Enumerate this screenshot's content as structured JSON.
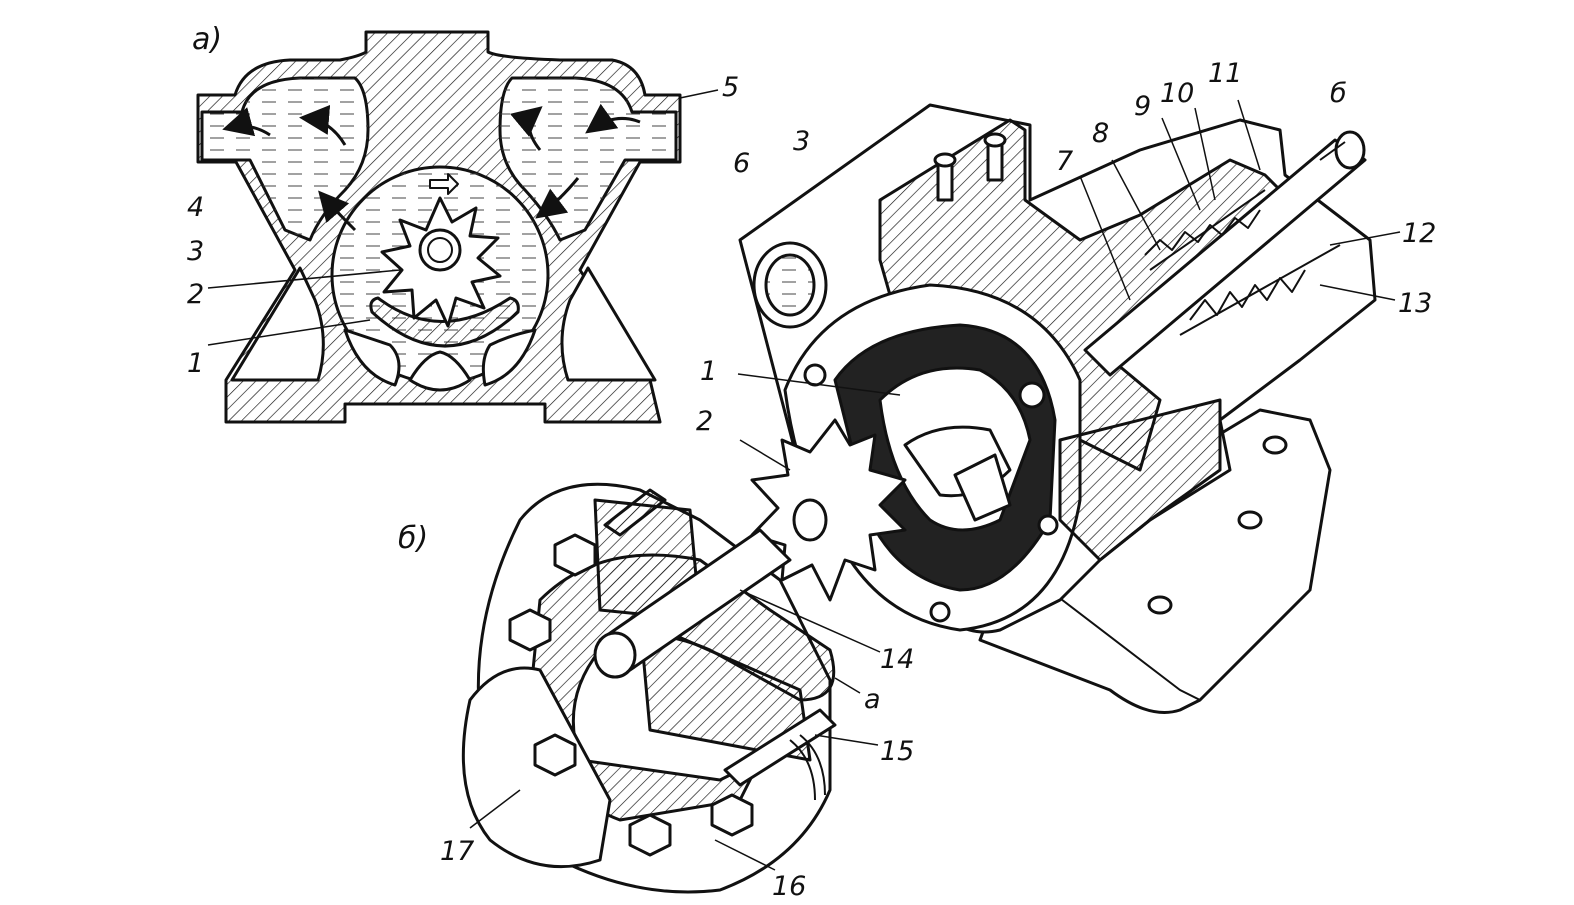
{
  "figure": {
    "panel_a": {
      "caption": "а)",
      "labels": {
        "1": "1",
        "2": "2",
        "3": "3",
        "4": "4",
        "5": "5"
      }
    },
    "panel_b": {
      "caption": "б)",
      "labels": {
        "1": "1",
        "2": "2",
        "3": "3",
        "6": "6",
        "7": "7",
        "8": "8",
        "9": "9",
        "10": "10",
        "11": "11",
        "12": "12",
        "13": "13",
        "14": "14",
        "15": "15",
        "16": "16",
        "17": "17",
        "a": "а",
        "delta": "б"
      }
    },
    "colors": {
      "ink": "#111111",
      "paper": "#ffffff",
      "fluid": "#dcdcdc"
    }
  }
}
